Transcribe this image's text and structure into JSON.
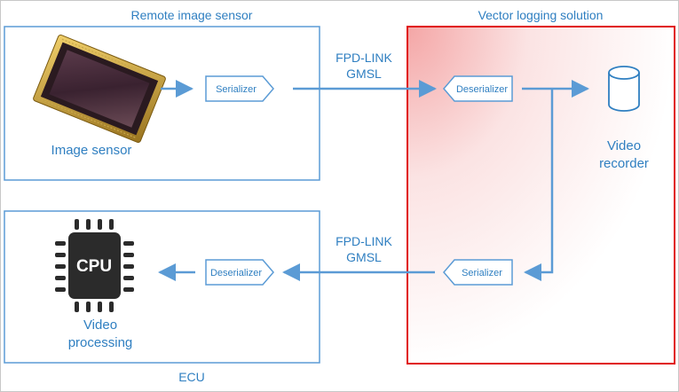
{
  "remote_group": {
    "title": "Remote image sensor",
    "sensor_label": "Image sensor",
    "serializer_label": "Serializer"
  },
  "vector_group": {
    "title": "Vector logging solution",
    "deserializer_label": "Deserializer",
    "recorder_label_line1": "Video",
    "recorder_label_line2": "recorder",
    "serializer_label": "Serializer"
  },
  "ecu_group": {
    "title": "ECU",
    "deserializer_label": "Deserializer",
    "cpu_label": "CPU",
    "processing_label_line1": "Video",
    "processing_label_line2": "processing"
  },
  "link_top": {
    "line1": "FPD-LINK",
    "line2": "GMSL"
  },
  "link_bottom": {
    "line1": "FPD-LINK",
    "line2": "GMSL"
  },
  "colors": {
    "accent": "#2f7fc1",
    "arrow": "#5b9bd5",
    "highlight_border": "#e01010",
    "chip": "#2b2b2b"
  },
  "icons": {
    "sensor": "image-sensor-icon",
    "recorder": "database-cylinder-icon",
    "cpu": "cpu-chip-icon"
  }
}
